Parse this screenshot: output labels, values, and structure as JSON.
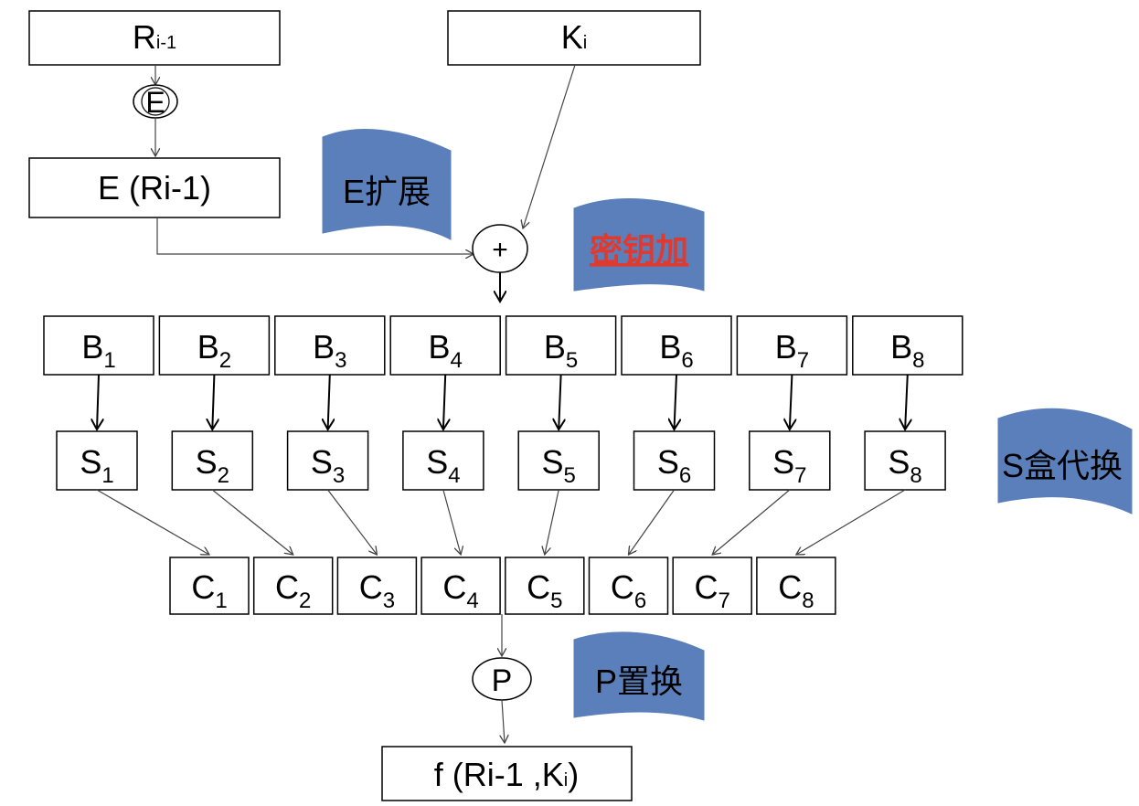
{
  "r_box": {
    "main": "R",
    "sub": "i-1"
  },
  "k_box": {
    "main": "K",
    "sub": "i"
  },
  "e_circle": "E",
  "e_box": "E (Ri-1)",
  "xor_circle": "+",
  "p_circle": "P",
  "f_box": {
    "prefix": "f (Ri-1 ,K",
    "sub": "i",
    "suffix": ")"
  },
  "flags": {
    "expand": "E扩展",
    "keyadd": "密钥加",
    "sbox": "S盒代换",
    "perm": "P置换"
  },
  "b_boxes": [
    {
      "main": "B",
      "sub": "1"
    },
    {
      "main": "B",
      "sub": "2"
    },
    {
      "main": "B",
      "sub": "3"
    },
    {
      "main": "B",
      "sub": "4"
    },
    {
      "main": "B",
      "sub": "5"
    },
    {
      "main": "B",
      "sub": "6"
    },
    {
      "main": "B",
      "sub": "7"
    },
    {
      "main": "B",
      "sub": "8"
    }
  ],
  "s_boxes": [
    {
      "main": "S",
      "sub": "1"
    },
    {
      "main": "S",
      "sub": "2"
    },
    {
      "main": "S",
      "sub": "3"
    },
    {
      "main": "S",
      "sub": "4"
    },
    {
      "main": "S",
      "sub": "5"
    },
    {
      "main": "S",
      "sub": "6"
    },
    {
      "main": "S",
      "sub": "7"
    },
    {
      "main": "S",
      "sub": "8"
    }
  ],
  "c_boxes": [
    {
      "main": "C",
      "sub": "1"
    },
    {
      "main": "C",
      "sub": "2"
    },
    {
      "main": "C",
      "sub": "3"
    },
    {
      "main": "C",
      "sub": "4"
    },
    {
      "main": "C",
      "sub": "5"
    },
    {
      "main": "C",
      "sub": "6"
    },
    {
      "main": "C",
      "sub": "7"
    },
    {
      "main": "C",
      "sub": "8"
    }
  ],
  "colors": {
    "flag_fill": "#5A7FBA",
    "keyadd_text": "#E03A2F",
    "stroke": "#000000"
  }
}
